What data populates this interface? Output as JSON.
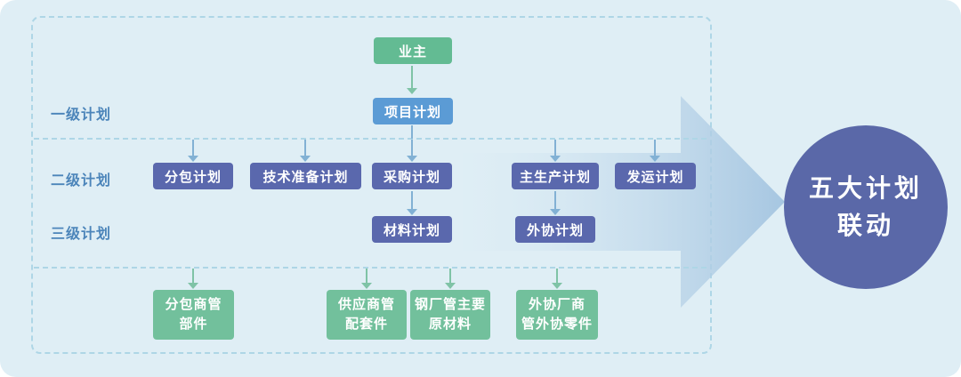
{
  "colors": {
    "bg": "#dfeef5",
    "green": "#63bb93",
    "blue": "#5b9bd5",
    "indigo": "#5a68ad",
    "green2": "#72c09c",
    "circle": "#5a68a8",
    "label": "#4c85ba",
    "line": "#aed6e6",
    "arrowblue": "#82b1d4",
    "arrowgreen": "#7fc3a6"
  },
  "labels": {
    "level1": "一级计划",
    "level2": "二级计划",
    "level3": "三级计划"
  },
  "nodes": {
    "owner": "业主",
    "project_plan": "项目计划",
    "level2": [
      {
        "label": "分包计划"
      },
      {
        "label": "技术准备计划"
      },
      {
        "label": "采购计划"
      },
      {
        "label": "主生产计划"
      },
      {
        "label": "发运计划"
      }
    ],
    "level3": [
      {
        "label": "材料计划"
      },
      {
        "label": "外协计划"
      }
    ],
    "bottom": [
      {
        "line1": "分包商管",
        "line2": "部件"
      },
      {
        "line1": "供应商管",
        "line2": "配套件"
      },
      {
        "line1": "钢厂管主要",
        "line2": "原材料"
      },
      {
        "line1": "外协厂商",
        "line2": "管外协零件"
      }
    ],
    "circle": {
      "line1": "五大计划",
      "line2": "联动"
    }
  }
}
